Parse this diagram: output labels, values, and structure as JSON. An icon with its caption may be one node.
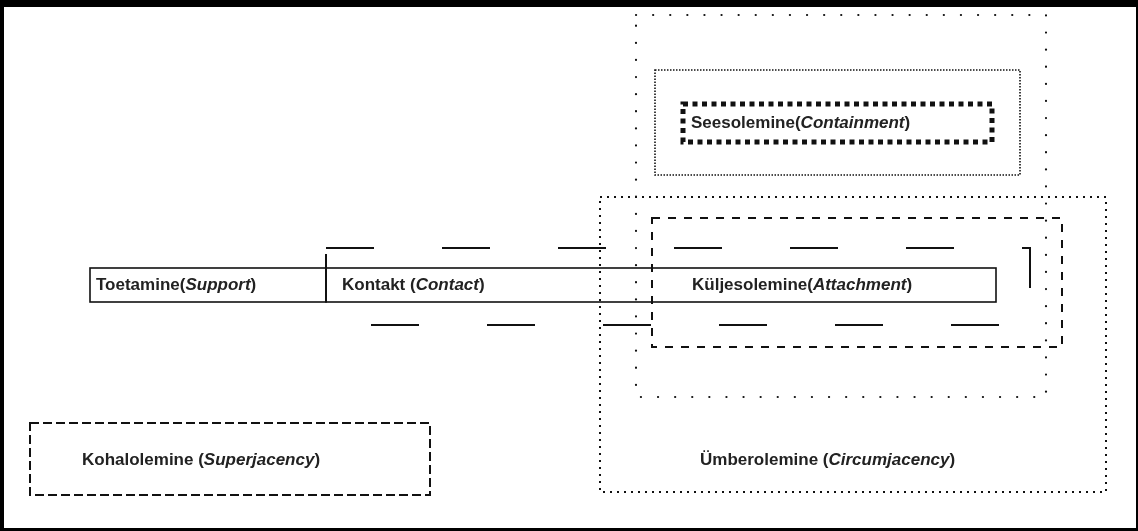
{
  "diagram": {
    "nodes": [
      {
        "text": [
          "Toetamine(*Support*)"
        ]
      },
      {
        "text": [
          "Kontakt (*Contact*)"
        ]
      },
      {
        "text": [],
        "shape": "box"
      },
      {
        "text": [],
        "shape": "box",
        "in": 2
      },
      {
        "text": [
          "Seesolemine(*Containment*)"
        ],
        "in": 3
      },
      {
        "text": [
          "Ümberolemine (*Circumjacency*)"
        ]
      },
      {
        "text": [
          "Küljesolemine(*Attachment*)"
        ]
      },
      {
        "text": [
          "Kohalolemine (*Superjacency*)"
        ]
      }
    ]
  }
}
